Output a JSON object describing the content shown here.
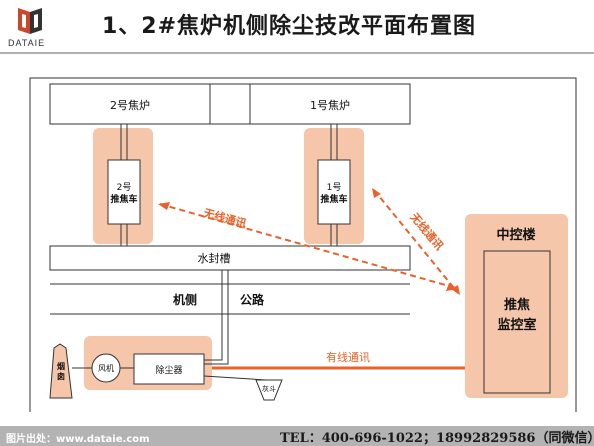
{
  "header": {
    "logo_text": "DATAIE",
    "title": "1、2#焦炉机侧除尘技改平面布置图"
  },
  "diagram": {
    "oven_2_label": "2号焦炉",
    "oven_1_label": "1号焦炉",
    "pusher_2_line1": "2号",
    "pusher_2_line2": "推焦车",
    "pusher_1_line1": "1号",
    "pusher_1_line2": "推焦车",
    "wireless_label_1": "无线通讯",
    "wireless_label_2": "无线通讯",
    "water_trough_label": "水封槽",
    "road_label_1": "机侧",
    "road_label_2": "公路",
    "control_building_label": "中控楼",
    "monitor_room_line1": "推焦",
    "monitor_room_line2": "监控室",
    "chimney_label": "烟囱",
    "fan_label": "风机",
    "dust_collector_label": "除尘器",
    "wired_label": "有线通讯",
    "ash_hopper_label": "灰斗"
  },
  "footer": {
    "source_text": "图片出处：www.dataie.com",
    "contact_text": "TEL：400-696-1022；18992829586（同微信）"
  },
  "colors": {
    "salmon": "#f5c6aa",
    "accent_orange": "#e8622a",
    "line_dark": "#333333"
  }
}
